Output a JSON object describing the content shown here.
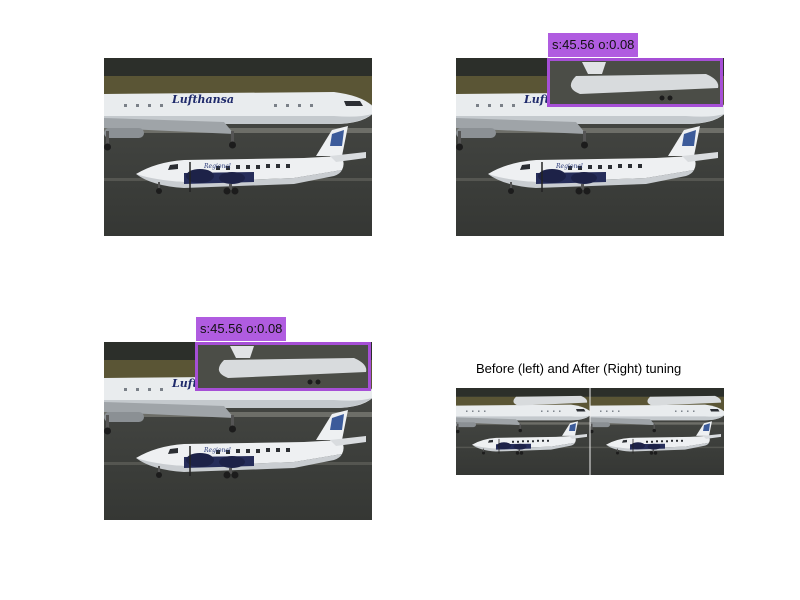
{
  "detection_label": "s:45.56 o:0.08",
  "comparison_title": "Before (left) and After (Right) tuning",
  "airliner_livery": "Lufthansa",
  "turboprop_livery": "Regional",
  "colors": {
    "box_border": "#a64fd6",
    "label_bg": "#b05ce0",
    "tarmac": "#3e403d",
    "grass": "#5a5535"
  }
}
